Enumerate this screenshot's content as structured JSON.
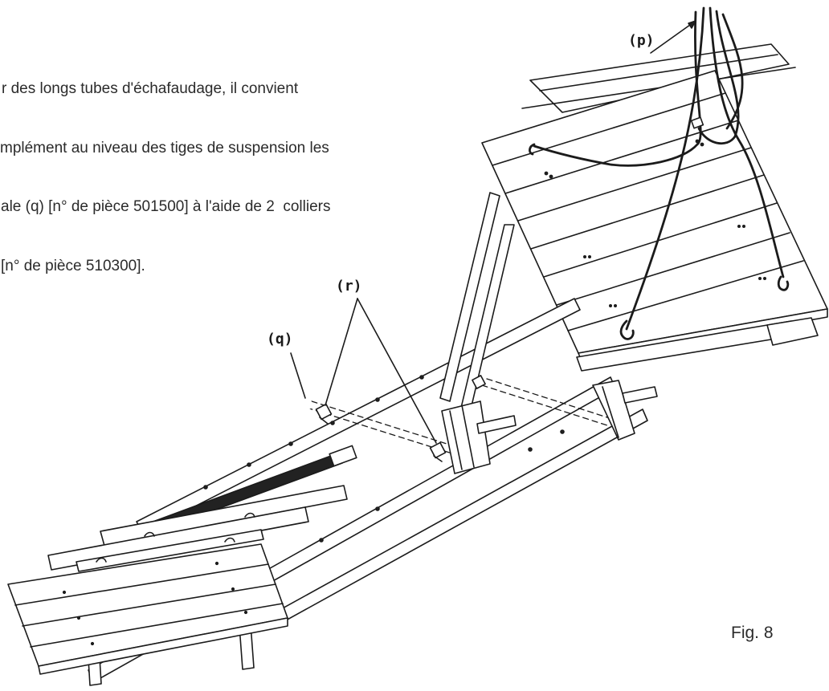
{
  "instructions": {
    "lines": [
      "r des longs tubes d'échafaudage, il convient",
      "mplément au niveau des tiges de suspension les",
      "ale (q) [n° de pièce 501500] à l'aide de 2  colliers",
      "[n° de pièce 510300]."
    ]
  },
  "callouts": {
    "p": "(p)",
    "q": "(q)",
    "r": "(r)"
  },
  "figure": {
    "label": "Fig. 8"
  }
}
